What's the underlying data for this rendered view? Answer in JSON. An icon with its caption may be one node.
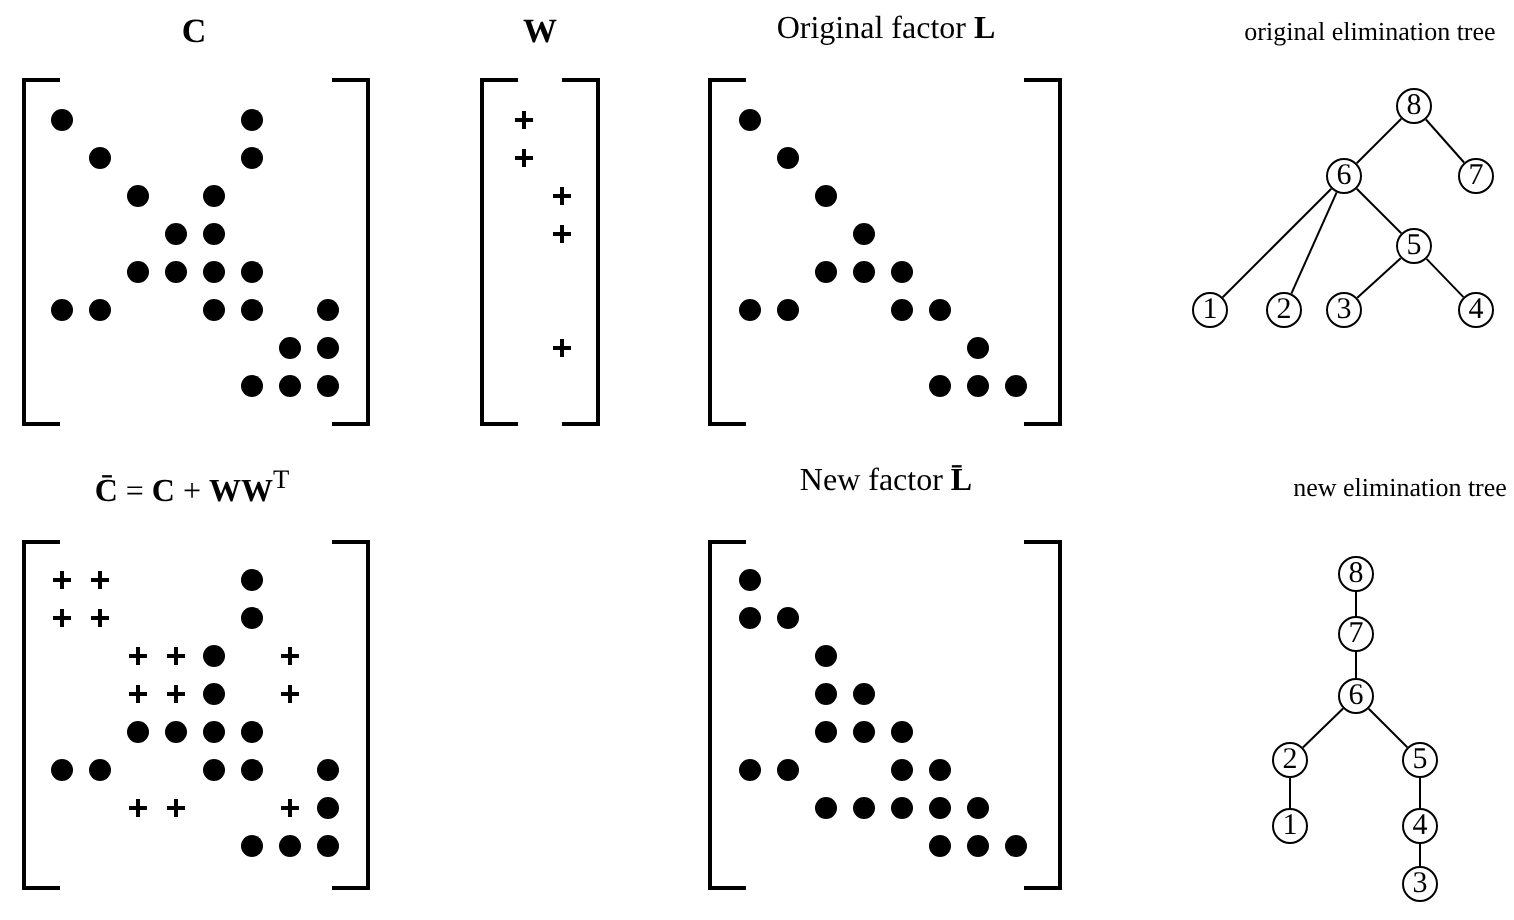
{
  "diagram": {
    "nodes": [
      {
        "text": [
          "8"
        ]
      },
      {
        "text": [
          "6"
        ]
      },
      {
        "text": [
          "7"
        ]
      },
      {
        "text": [
          "5"
        ]
      },
      {
        "text": [
          "1"
        ]
      },
      {
        "text": [
          "2"
        ]
      },
      {
        "text": [
          "3"
        ]
      },
      {
        "text": [
          "4"
        ]
      },
      {
        "text": [
          "8"
        ]
      },
      {
        "text": [
          "7"
        ]
      },
      {
        "text": [
          "6"
        ]
      },
      {
        "text": [
          "2"
        ]
      },
      {
        "text": [
          "5"
        ]
      },
      {
        "text": [
          "1"
        ]
      },
      {
        "text": [
          "4"
        ]
      },
      {
        "text": [
          "3"
        ]
      }
    ],
    "edges": [
      {
        "from": 0,
        "to": 1,
        "arrow": "none"
      },
      {
        "from": 0,
        "to": 2,
        "arrow": "none"
      },
      {
        "from": 1,
        "to": 4,
        "arrow": "none"
      },
      {
        "from": 1,
        "to": 5,
        "arrow": "none"
      },
      {
        "from": 1,
        "to": 3,
        "arrow": "none"
      },
      {
        "from": 3,
        "to": 6,
        "arrow": "none"
      },
      {
        "from": 3,
        "to": 7,
        "arrow": "none"
      },
      {
        "from": 8,
        "to": 9,
        "arrow": "none"
      },
      {
        "from": 9,
        "to": 10,
        "arrow": "none"
      },
      {
        "from": 10,
        "to": 11,
        "arrow": "none"
      },
      {
        "from": 10,
        "to": 12,
        "arrow": "none"
      },
      {
        "from": 11,
        "to": 13,
        "arrow": "none"
      },
      {
        "from": 12,
        "to": 14,
        "arrow": "none"
      },
      {
        "from": 14,
        "to": 15,
        "arrow": "none"
      }
    ],
    "labels": [
      "C",
      "W",
      "Original factor **L**",
      "original elimination tree",
      "**C̄** = **C** + **WW**$^{T}$",
      "New factor **L̄**",
      "new elimination tree"
    ]
  }
}
